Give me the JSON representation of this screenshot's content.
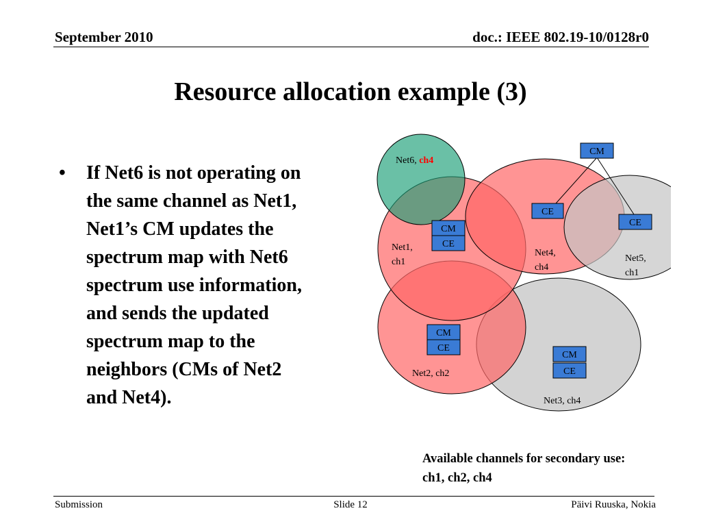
{
  "header": {
    "date": "September 2010",
    "doc_id": "doc.: IEEE 802.19-10/0128r0"
  },
  "title": "Resource allocation example (3)",
  "bullets": [
    {
      "marker": "•",
      "lines": [
        "If Net6 is not operating on",
        "the same channel as Net1,",
        "Net1’s CM updates the",
        "spectrum map with Net6",
        "spectrum use information,",
        "and sends the updated",
        "spectrum map to the",
        "neighbors (CMs of Net2",
        "and Net4)."
      ]
    }
  ],
  "diagram": {
    "net6": {
      "name": "Net6, ",
      "channel": "ch4"
    },
    "net1": {
      "line1": "Net1,",
      "line2": "ch1",
      "cm": "CM",
      "ce": "CE"
    },
    "net4": {
      "line1": "Net4,",
      "line2": "ch4",
      "ce": "CE"
    },
    "net5": {
      "line1": "Net5,",
      "line2": "ch1",
      "ce": "CE"
    },
    "net2": {
      "label": "Net2, ch2",
      "cm": "CM",
      "ce": "CE"
    },
    "net3": {
      "label": "Net3, ch4",
      "cm": "CM",
      "ce": "CE"
    },
    "shared_cm": "CM"
  },
  "available_channels": {
    "line1": "Available channels for secondary use:",
    "line2": "ch1, ch2, ch4"
  },
  "footer": {
    "left": "Submission",
    "center": "Slide 12",
    "right": "Päivi Ruuska, Nokia"
  },
  "colors": {
    "net_red": "#ff6666",
    "net_gray": "#c4c4c4",
    "net6_green": "#1a9e76",
    "box_blue": "#3a7bd5",
    "highlight_red": "#ff0000"
  }
}
